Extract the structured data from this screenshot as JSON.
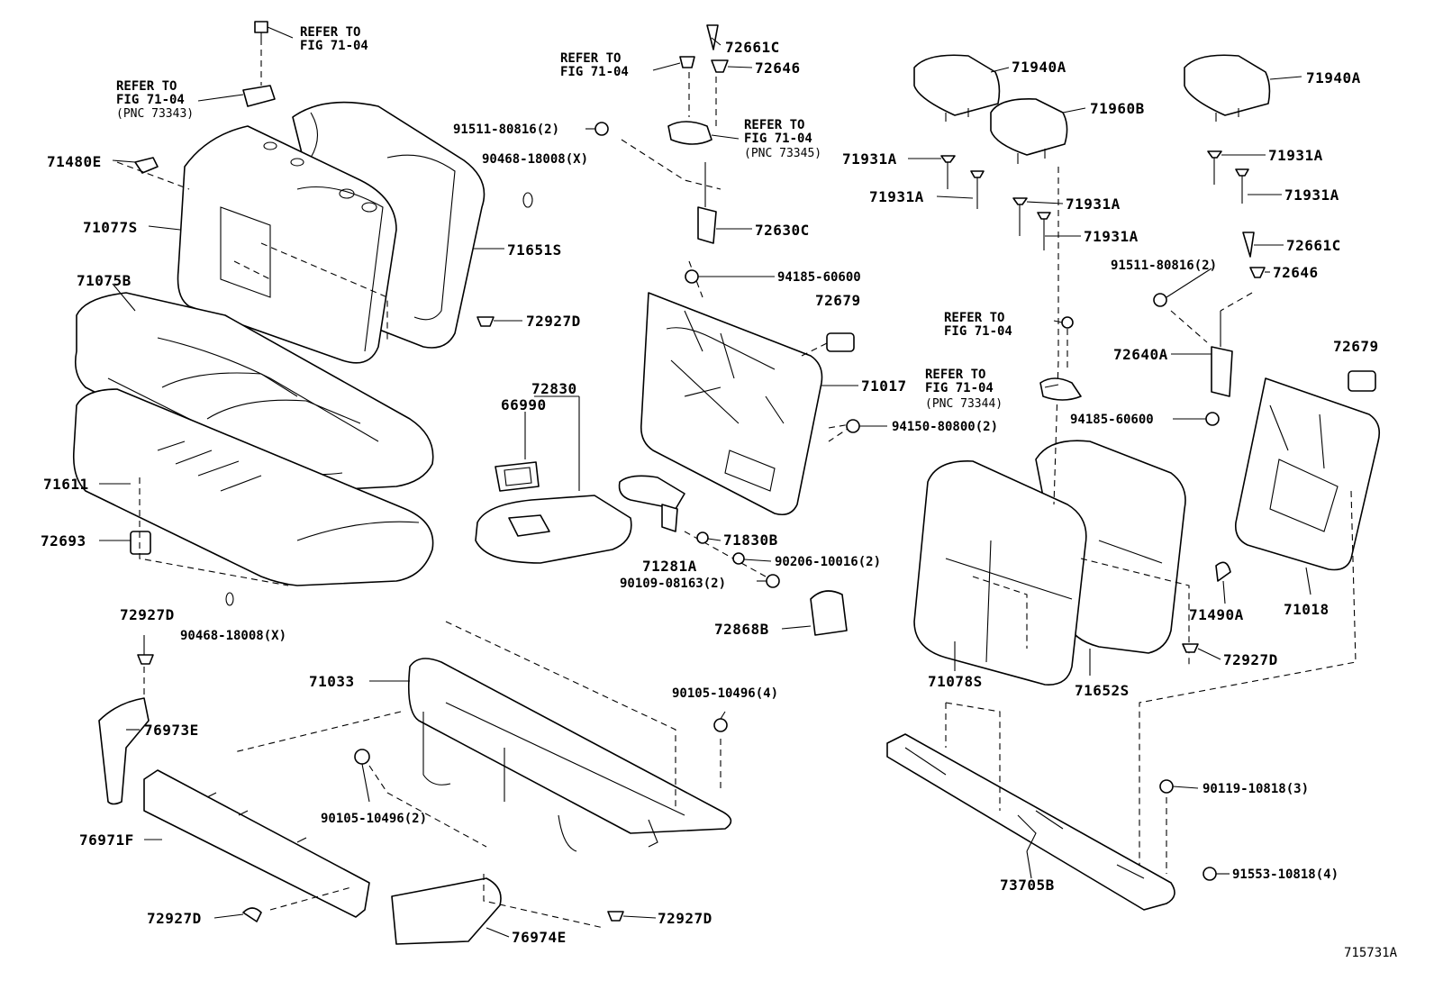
{
  "diagram": {
    "figure_id": "715731A",
    "labels": {
      "p71480E": "71480E",
      "p71077S": "71077S",
      "p71075B": "71075B",
      "p71611": "71611",
      "p72693": "72693",
      "p71651S": "71651S",
      "p72927D_a": "72927D",
      "p91511_a": "91511-80816(2)",
      "p90468_a": "90468-18008(X)",
      "p72661C_a": "72661C",
      "p72646_a": "72646",
      "p72630C": "72630C",
      "p94185_a": "94185-60600",
      "p72679_a": "72679",
      "p71017": "71017",
      "p94150": "94150-80800(2)",
      "p72830": "72830",
      "p66990": "66990",
      "p71830B": "71830B",
      "p71281A": "71281A",
      "p90206": "90206-10016(2)",
      "p90109": "90109-08163(2)",
      "p72868B": "72868B",
      "p71940A_a": "71940A",
      "p71960B": "71960B",
      "p71931A_1": "71931A",
      "p71931A_2": "71931A",
      "p71931A_3": "71931A",
      "p71931A_4": "71931A",
      "p71940A_b": "71940A",
      "p71931A_5": "71931A",
      "p71931A_6": "71931A",
      "p72661C_b": "72661C",
      "p91511_b": "91511-80816(2)",
      "p72646_b": "72646",
      "p72640A": "72640A",
      "p72679_b": "72679",
      "p94185_b": "94185-60600",
      "p71490A": "71490A",
      "p71018": "71018",
      "p72927D_b": "72927D",
      "p71078S": "71078S",
      "p71652S": "71652S",
      "p72927D_c": "72927D",
      "p90468_b": "90468-18008(X)",
      "p76973E": "76973E",
      "p71033": "71033",
      "p90105_a": "90105-10496(4)",
      "p90105_b": "90105-10496(2)",
      "p76971F": "76971F",
      "p72927D_d": "72927D",
      "p76974E": "76974E",
      "p72927D_e": "72927D",
      "p90119": "90119-10818(3)",
      "p91553": "91553-10818(4)",
      "p73705B": "73705B"
    },
    "refs": {
      "r1": {
        "line1": "REFER TO",
        "line2": "FIG 71-04"
      },
      "r2": {
        "line1": "REFER TO",
        "line2": "FIG 71-04",
        "pnc": "(PNC 73343)"
      },
      "r3": {
        "line1": "REFER TO",
        "line2": "FIG 71-04"
      },
      "r4": {
        "line1": "REFER TO",
        "line2": "FIG 71-04",
        "pnc": "(PNC 73345)"
      },
      "r5": {
        "line1": "REFER TO",
        "line2": "FIG 71-04"
      },
      "r6": {
        "line1": "REFER TO",
        "line2": "FIG 71-04",
        "pnc": "(PNC 73344)"
      }
    }
  }
}
